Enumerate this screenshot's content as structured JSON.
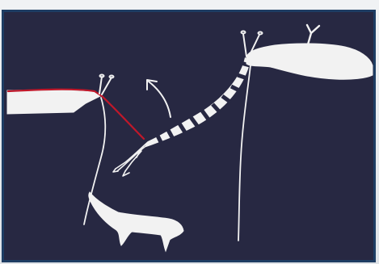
{
  "diagram": {
    "background_color": "#272842",
    "frame_color": "#1e3d63",
    "sketch_color": "#f2f2f2",
    "highlight_color": "#c0182a",
    "elements": [
      "left-ledge",
      "left-support-strand",
      "left-pins",
      "red-trace-line",
      "curved-arrow",
      "striped-band",
      "band-claw-end",
      "lower-blob",
      "right-top-blob",
      "right-support-strand",
      "right-pins"
    ]
  }
}
